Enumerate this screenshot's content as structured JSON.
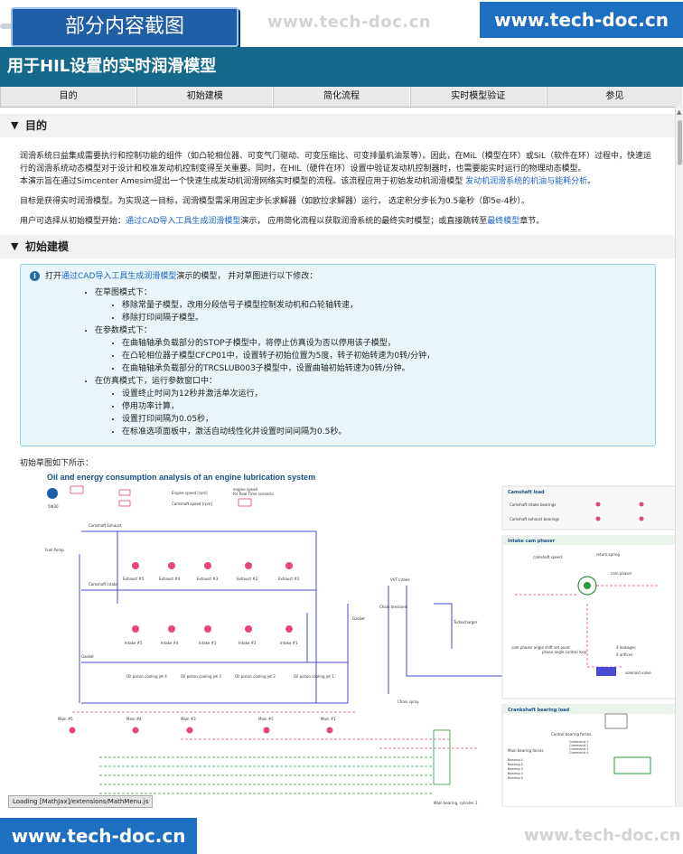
{
  "header": {
    "excerpt_label": "部分内容截图",
    "watermark": "www.tech-doc.cn",
    "site_badge": "www.tech-doc.cn"
  },
  "page": {
    "title": "用于HIL设置的实时润滑模型"
  },
  "nav": {
    "tabs": [
      {
        "label": "目的"
      },
      {
        "label": "初始建模"
      },
      {
        "label": "简化流程"
      },
      {
        "label": "实时模型验证"
      },
      {
        "label": "参见"
      }
    ]
  },
  "sections": {
    "purpose": {
      "heading": "目的",
      "p1": "润滑系统日益集成需要执行和控制功能的组件（如凸轮相位器、可变气门驱动、可变压缩比、可变排量机油泵等）。因此，在MiL（模型在环）或SiL（软件在环）过程中，快速运行的润滑系统动态模型对于设计和校准发动机控制变得至关重要。同时，在HIL（硬件在环）设置中验证发动机控制器时，也需要能实时运行的物理动态模型。",
      "p2_pre": "本演示旨在通过Simcenter Amesim提出一个快速生成发动机润滑网络实时模型的流程。该流程应用于初始发动机润滑模型 ",
      "p2_link": "发动机润滑系统的机油与能耗分析",
      "p2_post": "。",
      "p3": "目标是获得实时润滑模型。为实现这一目标，润滑模型需采用固定步长求解器（如欧拉求解器）运行， 选定积分步长为0.5毫秒（即5e-4秒）。",
      "p4_pre": "用户可选择从初始模型开始：",
      "p4_link1": "通过CAD导入工具生成润滑模型",
      "p4_mid": "演示， 应用简化流程以获取润滑系统的最终实时模型；或直接跳转至",
      "p4_link2": "最终模型",
      "p4_post": "章节。"
    },
    "initial": {
      "heading": "初始建模",
      "info_pre": "打开",
      "info_link": "通过CAD导入工具生成润滑模型",
      "info_post": "演示的模型， 并对草图进行以下修改：",
      "items": [
        {
          "label": "在草图模式下：",
          "subs": [
            "移除常量子模型，改用分段信号子模型控制发动机和凸轮轴转速，",
            "移除打印间隔子模型。"
          ]
        },
        {
          "label": "在参数模式下：",
          "subs": [
            "在曲轴轴承负载部分的STOP子模型中，将停止仿真设为否以停用该子模型，",
            "在凸轮相位器子模型CFCP01中，设置转子初始位置为5度，转子初始转速为0转/分钟，",
            "在曲轴轴承负载部分的TRCSLUB003子模型中，设置曲轴初始转速为0转/分钟。"
          ]
        },
        {
          "label": "在仿真模式下，运行参数窗口中：",
          "subs": [
            "设置终止时间为12秒并激活单次运行，",
            "停用功率计算，",
            "设置打印间隔为0.05秒，",
            "在标准选项面板中，激活自动线性化并设置时间间隔为0.5秒。"
          ]
        }
      ],
      "sketch_caption": "初始草图如下所示："
    }
  },
  "diagram": {
    "title": "Oil and energy consumption analysis of an engine lubrication system",
    "oil_label": "5W30",
    "engine_speed": "Engine speed [rpm]",
    "camshaft_speed": "Camshaft speed [rpm]",
    "rt_note1": "engine speed",
    "rt_note2": "for Real Time scenario",
    "camshaft_load": "Camshaft load",
    "cam_intake": "Camshaft intake bearings",
    "cam_exhaust": "Camshaft exhaust bearings",
    "intake_cam_phaser": "Intake cam phaser",
    "crankshaft_load": "Crankshaft bearing load",
    "cam_exhaust_block": "Camshaft Exhaust",
    "cam_intake_block": "Camshaft intake",
    "fuel_pump": "Fuel Pump",
    "gasket": "Gasket",
    "gasket2": "Gasket",
    "vvt": "VVT intake",
    "chain_tensioner": "Chain tensioner",
    "turbo": "Turbocharger",
    "chain_spray": "Chain spray",
    "main_bearing": "Main bearing, cylinder 1",
    "camshaft_speed_lbl": "camshaft speed",
    "return_spring": "return spring",
    "cam_phaser": "cam phaser",
    "cam_phaser_shift": "cam phaser angle shift set point",
    "phase_angle": "phase angle control loop",
    "leakages": "4 leakages",
    "orifices": "4 orifices",
    "solenoid": "solenoid valve",
    "control_bearing_forces": "Control bearing forces",
    "main_bearing_forces": "Main bearing forces",
    "exhausts": [
      "Exhaust #5",
      "Exhaust #4",
      "Exhaust #3",
      "Exhaust #2",
      "Exhaust #1"
    ],
    "intakes": [
      "Intake #5",
      "Intake #4",
      "Intake #3",
      "Intake #2",
      "Intake #1"
    ],
    "jets": [
      "Oil piston cooling jet 4",
      "Oil piston cooling jet 3",
      "Oil piston cooling jet 2",
      "Oil piston cooling jet 1"
    ],
    "mains": [
      "Main #5",
      "Main #4",
      "Main #3",
      "Main #2",
      "Main #1"
    ],
    "bearings": [
      "Bearing 1",
      "Bearing 2",
      "Bearing 3",
      "Bearing 4",
      "Bearing 5"
    ],
    "commands": [
      "Command 1",
      "Command 2",
      "Command 3",
      "Command 4"
    ]
  },
  "status": {
    "loading": "Loading [MathJax]/extensions/MathMenu.js"
  },
  "colors": {
    "title_bar": "#17698b",
    "accent_blue": "#1e6fc2",
    "link": "#1a63c9",
    "info_bg": "#e8f6fa",
    "diagram_pink": "#e8457a",
    "diagram_blue": "#3a3ab8",
    "diagram_green": "#2a9a3a"
  }
}
